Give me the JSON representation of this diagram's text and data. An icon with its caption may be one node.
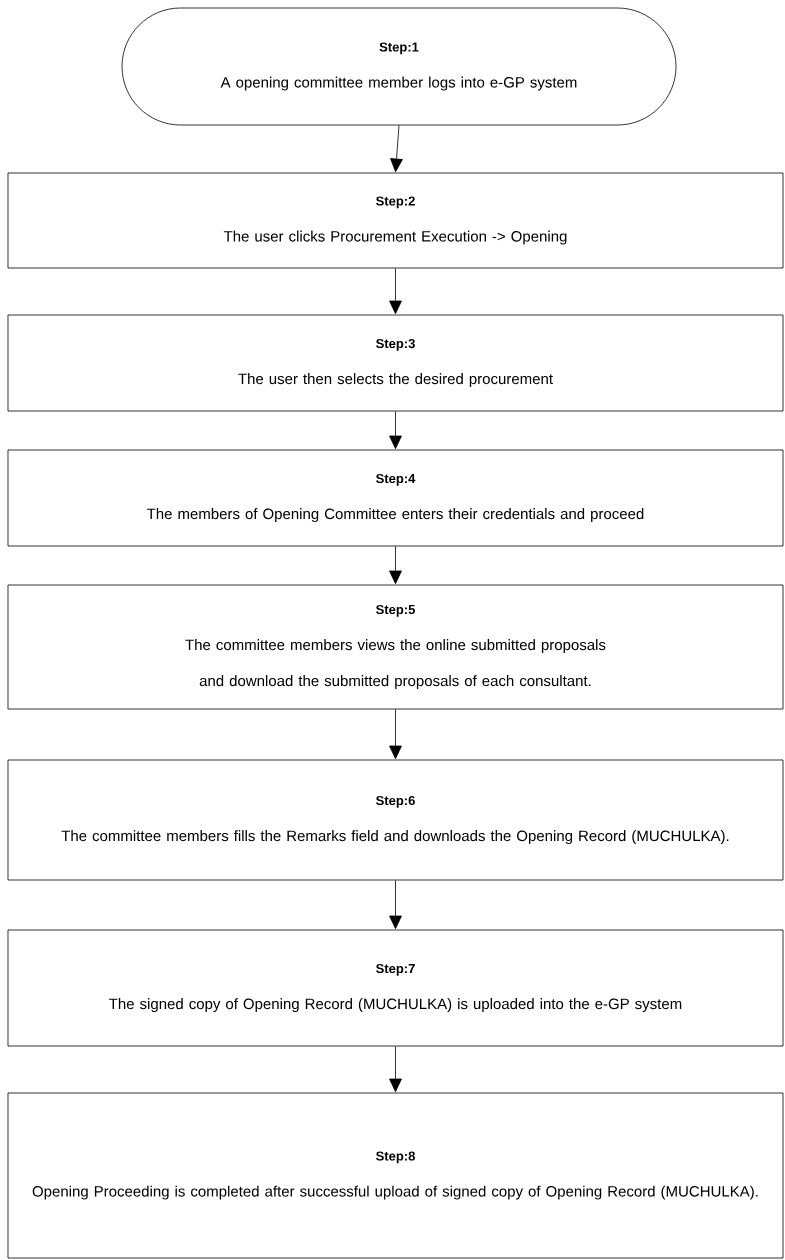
{
  "diagram": {
    "nodes": [
      {
        "text": [
          "Step:1",
          "A opening committee member logs into e-GP system"
        ]
      },
      {
        "text": [
          "Step:2",
          "The user clicks Procurement Execution -> Opening"
        ]
      },
      {
        "text": [
          "Step:3",
          "The user then selects the desired procurement"
        ]
      },
      {
        "text": [
          "Step:4",
          "The members of Opening Committee enters their credentials and proceed"
        ]
      },
      {
        "text": [
          "Step:5",
          "The committee members views the online submitted proposals and download the submitted proposals of each consultant."
        ]
      },
      {
        "text": [
          "Step:6",
          "The committee members fills the Remarks field and downloads the Opening Record (MUCHULKA)."
        ]
      },
      {
        "text": [
          "Step:7",
          "The signed copy of Opening Record (MUCHULKA) is uploaded into the e-GP system"
        ]
      },
      {
        "text": [
          "Step:8",
          "Opening Proceeding is completed after successful upload of signed copy of Opening Record (MUCHULKA)."
        ]
      }
    ],
    "edges": [
      {
        "from": 0,
        "to": 1,
        "arrow": "to"
      },
      {
        "from": 1,
        "to": 2,
        "arrow": "to"
      },
      {
        "from": 2,
        "to": 3,
        "arrow": "to"
      },
      {
        "from": 3,
        "to": 4,
        "arrow": "to"
      },
      {
        "from": 4,
        "to": 5,
        "arrow": "to"
      },
      {
        "from": 5,
        "to": 6,
        "arrow": "to"
      },
      {
        "from": 6,
        "to": 7,
        "arrow": "to"
      }
    ]
  }
}
